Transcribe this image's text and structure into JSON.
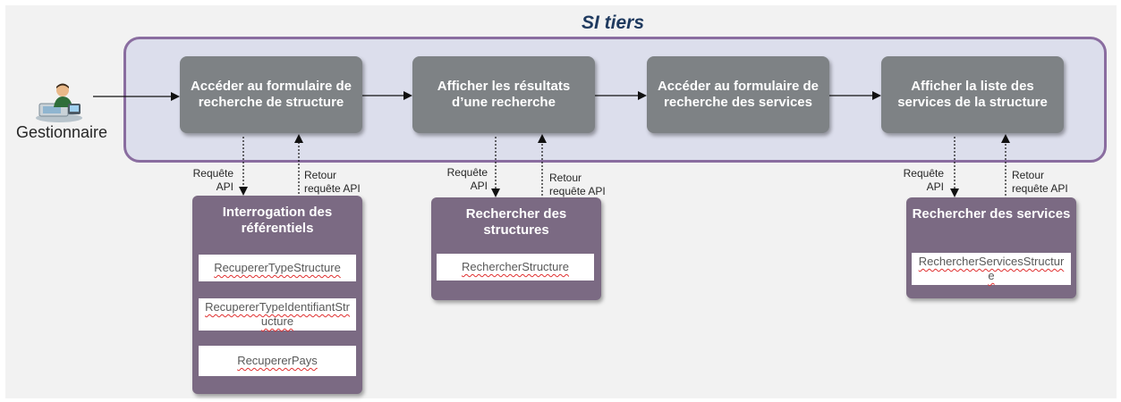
{
  "title": "SI tiers",
  "actor": {
    "label": "Gestionnaire",
    "icon": "user-at-computer-icon"
  },
  "steps": [
    {
      "label": "Accéder au formulaire de recherche de structure"
    },
    {
      "label": "Afficher les résultats d’une recherche"
    },
    {
      "label": "Accéder au formulaire de recherche des services"
    },
    {
      "label": "Afficher la liste des services de la structure"
    }
  ],
  "connectors": {
    "request": "Requête API",
    "response": "Retour requête API"
  },
  "services": [
    {
      "title": "Interrogation des référentiels",
      "apis": [
        "RecupererTypeStructure",
        "RecupererTypeIdentifiantStructure",
        "RecupererPays"
      ]
    },
    {
      "title": "Rechercher des structures",
      "apis": [
        "RechercherStructure"
      ]
    },
    {
      "title": "Rechercher des services",
      "apis": [
        "RechercherServicesStructure"
      ]
    }
  ],
  "colors": {
    "frame_border": "#8a6da0",
    "frame_fill": "#dcdeec",
    "step_fill": "#7e8285",
    "service_fill": "#7b6a83",
    "title_text": "#1f3a5f"
  }
}
